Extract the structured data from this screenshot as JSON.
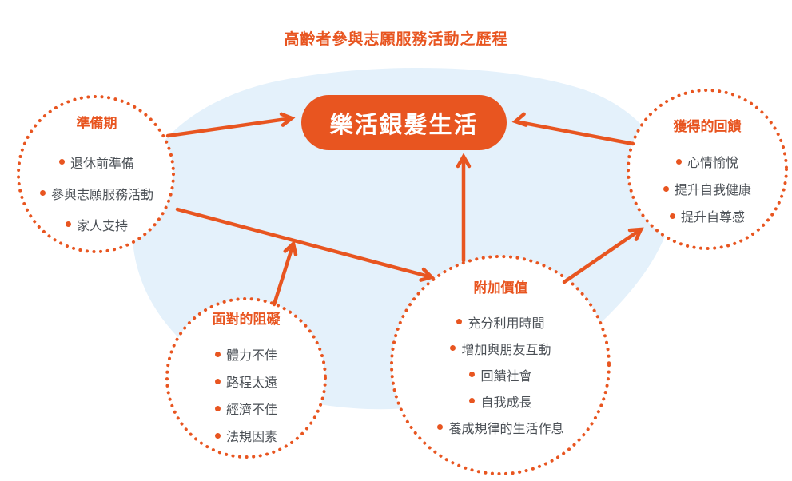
{
  "title": "高齡者參與志願服務活動之歷程",
  "center_label": "樂活銀髮生活",
  "colors": {
    "accent": "#E85520",
    "blob_fill": "#E4F1FB",
    "item_text": "#4A4F55",
    "center_text": "#FFFFFF",
    "background": "#FFFFFF"
  },
  "nodes": {
    "preparation": {
      "title": "準備期",
      "items": [
        "退休前準備",
        "參與志願服務活動",
        "家人支持"
      ]
    },
    "feedback": {
      "title": "獲得的回饋",
      "items": [
        "心情愉悅",
        "提升自我健康",
        "提升自尊感"
      ]
    },
    "obstacles": {
      "title": "面對的阻礙",
      "items": [
        "體力不佳",
        "路程太遠",
        "經濟不佳",
        "法規因素"
      ]
    },
    "added_value": {
      "title": "附加價值",
      "items": [
        "充分利用時間",
        "增加與朋友互動",
        "回饋社會",
        "自我成長",
        "養成規律的生活作息"
      ]
    }
  },
  "edges": [
    {
      "from": "準備期",
      "to": "樂活銀髮生活"
    },
    {
      "from": "獲得的回饋",
      "to": "樂活銀髮生活"
    },
    {
      "from": "附加價值",
      "to": "樂活銀髮生活"
    },
    {
      "from": "準備期",
      "to": "附加價值"
    },
    {
      "from": "面對的阻礙",
      "to": "準備期→附加價值路徑"
    },
    {
      "from": "附加價值",
      "to": "獲得的回饋"
    }
  ]
}
